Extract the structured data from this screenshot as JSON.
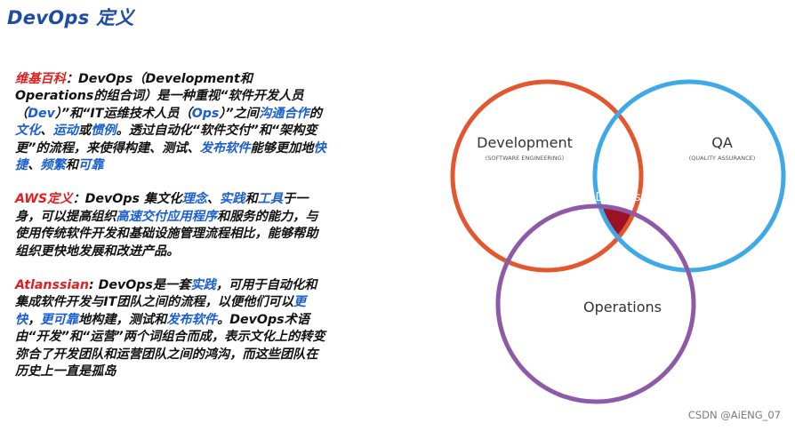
{
  "title": "DevOps 定义",
  "paragraphs": [
    {
      "segments": [
        {
          "text": "维基百科",
          "style": "red"
        },
        {
          "text": "：DevOps（Development和Operations的组合词）是一种重视“软件开发人员（",
          "style": ""
        },
        {
          "text": "Dev",
          "style": "blue"
        },
        {
          "text": "）”和“IT运维技术人员（",
          "style": ""
        },
        {
          "text": "Ops",
          "style": "blue"
        },
        {
          "text": "）”之间",
          "style": ""
        },
        {
          "text": "沟通合作",
          "style": "blue"
        },
        {
          "text": "的",
          "style": ""
        },
        {
          "text": "文化",
          "style": "blue"
        },
        {
          "text": "、",
          "style": ""
        },
        {
          "text": "运动",
          "style": "blue"
        },
        {
          "text": "或",
          "style": ""
        },
        {
          "text": "惯例",
          "style": "blue"
        },
        {
          "text": "。透过自动化“软件交付”和“架构变更”的流程，来使得构建、测试、",
          "style": ""
        },
        {
          "text": "发布软件",
          "style": "blue"
        },
        {
          "text": "能够更加地",
          "style": ""
        },
        {
          "text": "快捷",
          "style": "blue"
        },
        {
          "text": "、",
          "style": ""
        },
        {
          "text": "频繁",
          "style": "blue"
        },
        {
          "text": "和",
          "style": ""
        },
        {
          "text": "可靠",
          "style": "blue"
        }
      ]
    },
    {
      "segments": [
        {
          "text": "AWS定义",
          "style": "red"
        },
        {
          "text": "：DevOps 集文化",
          "style": ""
        },
        {
          "text": "理念",
          "style": "blue"
        },
        {
          "text": "、",
          "style": ""
        },
        {
          "text": "实践",
          "style": "blue"
        },
        {
          "text": "和",
          "style": ""
        },
        {
          "text": "工具",
          "style": "blue"
        },
        {
          "text": "于一身，可以提高组织",
          "style": ""
        },
        {
          "text": "高速交付应用程序",
          "style": "blue"
        },
        {
          "text": "和服务的能力，与使用传统软件开发和基础设施管理流程相比，能够帮助组织更快地发展和改进产品。",
          "style": ""
        }
      ]
    },
    {
      "segments": [
        {
          "text": "Atlanssian",
          "style": "red"
        },
        {
          "text": ": DevOps是一套",
          "style": ""
        },
        {
          "text": "实践",
          "style": "blue"
        },
        {
          "text": "，可用于自动化和集成软件开发与IT团队之间的流程，以便他们可以",
          "style": ""
        },
        {
          "text": "更快",
          "style": "blue"
        },
        {
          "text": "，",
          "style": ""
        },
        {
          "text": "更可靠",
          "style": "blue"
        },
        {
          "text": "地构建，测试和",
          "style": ""
        },
        {
          "text": "发布软件",
          "style": "blue"
        },
        {
          "text": "。DevOps术语由“开发”和“运营”两个词组合而成，表示文化上的转变弥合了开发团队和运营团队之间的鸿沟，而这些团队在历史上一直是孤岛",
          "style": ""
        }
      ]
    }
  ],
  "venn": {
    "development": {
      "label": "Development",
      "sublabel": "(SOFTWARE ENGINEERING)",
      "color": "#e4572e"
    },
    "qa": {
      "label": "QA",
      "sublabel": "(QUALITY ASSURANCE)",
      "color": "#3fa9e8"
    },
    "operations": {
      "label": "Operations",
      "sublabel": "",
      "color": "#8e5aa8"
    },
    "center": {
      "label": "DevOps",
      "color": "#9b1226"
    }
  },
  "credit": "CSDN @AiENG_07"
}
